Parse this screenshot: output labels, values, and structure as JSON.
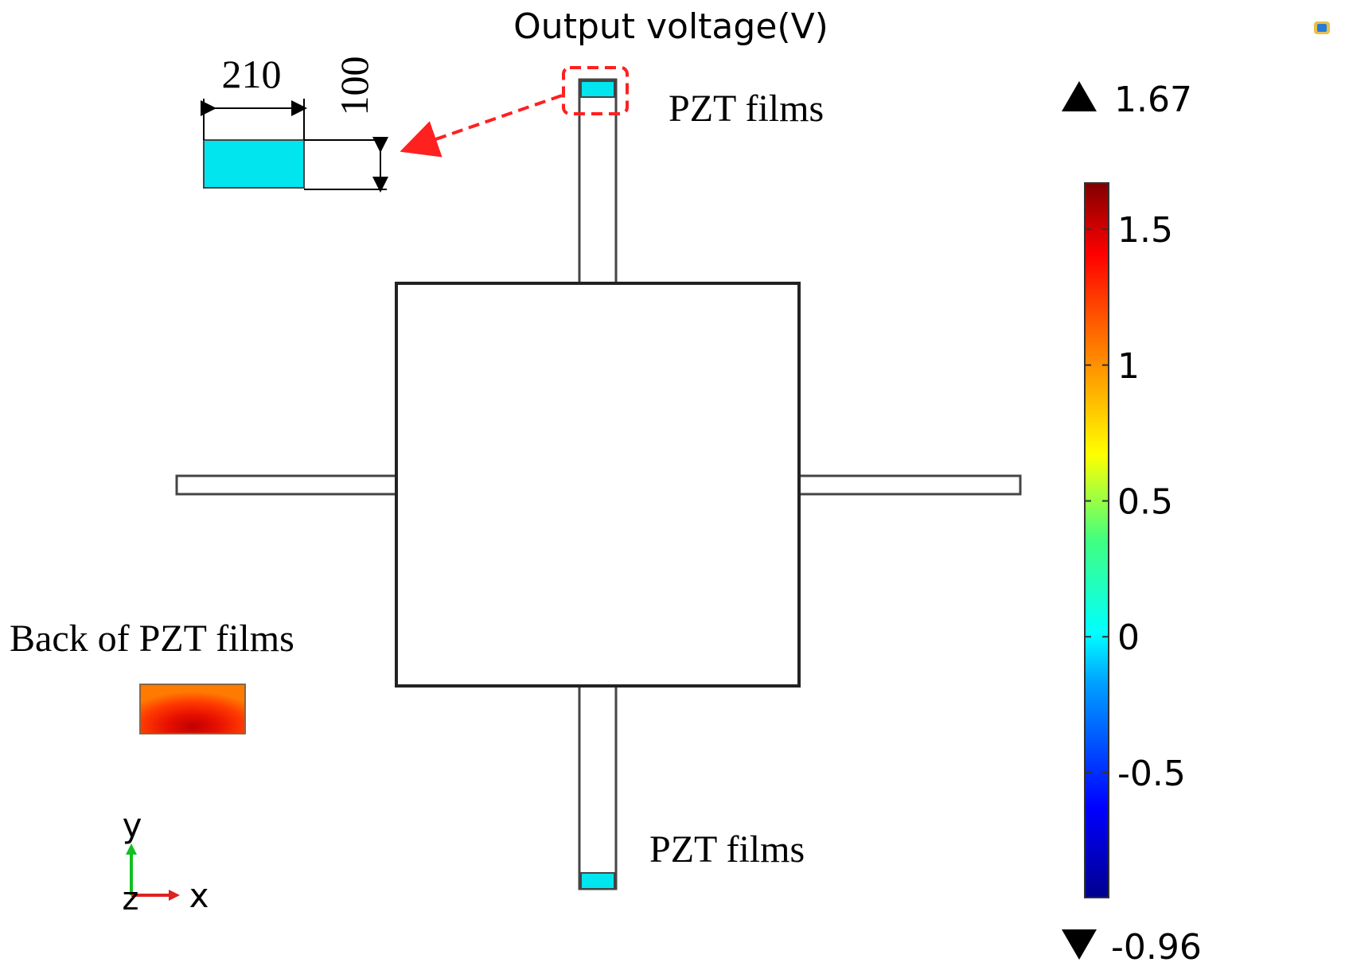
{
  "title": "Output voltage(V)",
  "labels": {
    "pzt_top": "PZT films",
    "pzt_bottom": "PZT films",
    "back_pzt": "Back of PZT films"
  },
  "dimensions": {
    "width": "210",
    "height": "100"
  },
  "colorbar": {
    "max_label": "1.67",
    "min_label": "-0.96",
    "ticks": [
      {
        "value": 1.5,
        "label": "1.5"
      },
      {
        "value": 1,
        "label": "1"
      },
      {
        "value": 0.5,
        "label": "0.5"
      },
      {
        "value": 0,
        "label": "0"
      },
      {
        "value": -0.5,
        "label": "-0.5"
      }
    ],
    "range": [
      -0.96,
      1.67
    ]
  },
  "axes": {
    "y": "y",
    "x": "x",
    "z": "z"
  },
  "colors": {
    "pzt": "#00e5ee",
    "callout": "#ff2020",
    "axis_x": "#e02020",
    "axis_y": "#10c020"
  }
}
